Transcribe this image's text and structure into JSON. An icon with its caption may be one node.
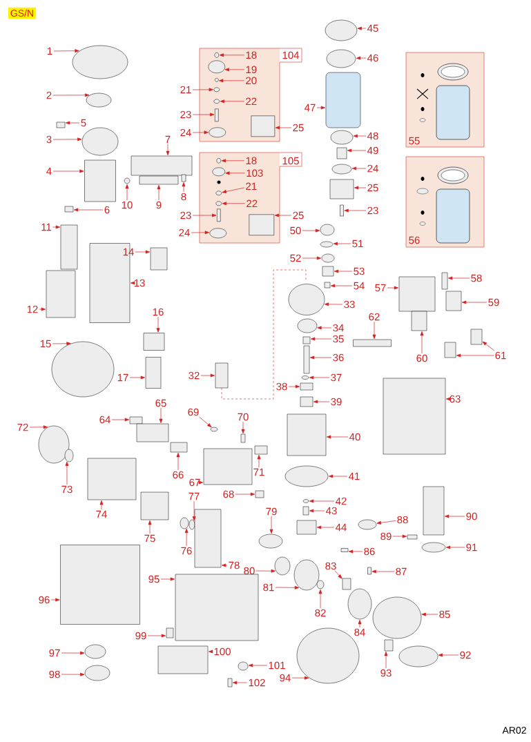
{
  "diagram": {
    "nodes": [
      {
        "text": [
          "1"
        ]
      },
      {
        "text": [],
        "shape": "circle"
      },
      {
        "text": [
          "2"
        ]
      },
      {
        "text": [],
        "shape": "circle"
      },
      {
        "text": [
          "5"
        ]
      },
      {
        "text": [],
        "shape": "box"
      },
      {
        "text": [
          "3"
        ]
      },
      {
        "text": [],
        "shape": "circle"
      },
      {
        "text": [
          "4"
        ]
      },
      {
        "text": [],
        "shape": "box"
      },
      {
        "text": [
          "6"
        ]
      },
      {
        "text": [],
        "shape": "box"
      },
      {
        "text": [
          "7"
        ]
      },
      {
        "text": [],
        "shape": "box"
      },
      {
        "text": [
          "10"
        ]
      },
      {
        "text": [],
        "shape": "circle"
      },
      {
        "text": [
          "9"
        ]
      },
      {
        "text": [],
        "shape": "box"
      },
      {
        "text": [
          "8"
        ]
      },
      {
        "text": [],
        "shape": "box"
      },
      {
        "text": [
          "11"
        ]
      },
      {
        "text": [],
        "shape": "box"
      },
      {
        "text": [
          "12"
        ]
      },
      {
        "text": [],
        "shape": "box"
      },
      {
        "text": [
          "13"
        ]
      },
      {
        "text": [],
        "shape": "box"
      },
      {
        "text": [
          "14"
        ]
      },
      {
        "text": [],
        "shape": "box"
      },
      {
        "text": [
          "15"
        ]
      },
      {
        "text": [],
        "shape": "circle"
      },
      {
        "text": [
          "16"
        ]
      },
      {
        "text": [],
        "shape": "box"
      },
      {
        "text": [
          "17"
        ]
      },
      {
        "text": [],
        "shape": "box"
      },
      {
        "text": [
          "104"
        ]
      },
      {
        "text": [
          "18"
        ],
        "in": 34
      },
      {
        "text": [],
        "shape": "circle",
        "in": 34
      },
      {
        "text": [
          "19"
        ],
        "in": 34
      },
      {
        "text": [],
        "shape": "circle",
        "in": 34
      },
      {
        "text": [
          "20"
        ],
        "in": 34
      },
      {
        "text": [],
        "shape": "circle",
        "in": 34
      },
      {
        "text": [
          "21"
        ]
      },
      {
        "text": [],
        "shape": "circle",
        "in": 34
      },
      {
        "text": [
          "22"
        ],
        "in": 34
      },
      {
        "text": [],
        "shape": "circle",
        "in": 34
      },
      {
        "text": [
          "23"
        ]
      },
      {
        "text": [],
        "shape": "box",
        "in": 34
      },
      {
        "text": [
          "24"
        ]
      },
      {
        "text": [],
        "shape": "circle",
        "in": 34
      },
      {
        "text": [
          "25"
        ]
      },
      {
        "text": [],
        "shape": "box",
        "in": 34
      },
      {
        "text": [
          "105"
        ]
      },
      {
        "text": [
          "18"
        ],
        "in": 51
      },
      {
        "text": [],
        "shape": "circle",
        "in": 51
      },
      {
        "text": [
          "103"
        ],
        "in": 51
      },
      {
        "text": [],
        "shape": "circle",
        "in": 51
      },
      {
        "text": [
          "21"
        ],
        "in": 51
      },
      {
        "text": [],
        "shape": "circle",
        "in": 51
      },
      {
        "text": [
          "22"
        ],
        "in": 51
      },
      {
        "text": [],
        "shape": "circle",
        "in": 51
      },
      {
        "text": [
          "23"
        ]
      },
      {
        "text": [],
        "shape": "box",
        "in": 51
      },
      {
        "text": [
          "24"
        ]
      },
      {
        "text": [],
        "shape": "circle",
        "in": 51
      },
      {
        "text": [
          "25"
        ]
      },
      {
        "text": [],
        "shape": "box",
        "in": 51
      },
      {
        "text": [
          "45"
        ]
      },
      {
        "text": [],
        "shape": "circle"
      },
      {
        "text": [
          "46"
        ]
      },
      {
        "text": [],
        "shape": "circle"
      },
      {
        "text": [
          "47"
        ]
      },
      {
        "text": [],
        "shape": "box"
      },
      {
        "text": [
          "48"
        ]
      },
      {
        "text": [],
        "shape": "circle"
      },
      {
        "text": [
          "49"
        ]
      },
      {
        "text": [],
        "shape": "box"
      },
      {
        "text": [
          "24"
        ]
      },
      {
        "text": [],
        "shape": "circle"
      },
      {
        "text": [
          "25"
        ]
      },
      {
        "text": [],
        "shape": "box"
      },
      {
        "text": [
          "23"
        ]
      },
      {
        "text": [],
        "shape": "box"
      },
      {
        "text": [
          "50"
        ]
      },
      {
        "text": [],
        "shape": "circle"
      },
      {
        "text": [
          "51"
        ]
      },
      {
        "text": [],
        "shape": "circle"
      },
      {
        "text": [
          "52"
        ]
      },
      {
        "text": [],
        "shape": "circle"
      },
      {
        "text": [
          "53"
        ]
      },
      {
        "text": [],
        "shape": "box"
      },
      {
        "text": [
          "54"
        ]
      },
      {
        "text": [],
        "shape": "box"
      },
      {
        "text": [
          "33"
        ]
      },
      {
        "text": [],
        "shape": "circle"
      },
      {
        "text": [
          "34"
        ]
      },
      {
        "text": [],
        "shape": "circle"
      },
      {
        "text": [
          "35"
        ]
      },
      {
        "text": [],
        "shape": "box"
      },
      {
        "text": [
          "36"
        ]
      },
      {
        "text": [],
        "shape": "box"
      },
      {
        "text": [
          "37"
        ]
      },
      {
        "text": [],
        "shape": "circle"
      },
      {
        "text": [
          "38"
        ]
      },
      {
        "text": [],
        "shape": "box"
      },
      {
        "text": [
          "39"
        ]
      },
      {
        "text": [],
        "shape": "box"
      },
      {
        "text": [
          "40"
        ]
      },
      {
        "text": [],
        "shape": "box"
      },
      {
        "text": [
          "41"
        ]
      },
      {
        "text": [],
        "shape": "circle"
      },
      {
        "text": [
          "42"
        ]
      },
      {
        "text": [],
        "shape": "circle"
      },
      {
        "text": [
          "43"
        ]
      },
      {
        "text": [],
        "shape": "box"
      },
      {
        "text": [
          "44"
        ]
      },
      {
        "text": [],
        "shape": "box"
      },
      {
        "text": [
          "55"
        ]
      },
      {
        "text": [
          "56"
        ]
      },
      {
        "text": [
          "57"
        ]
      },
      {
        "text": [],
        "shape": "box"
      },
      {
        "text": [
          "58"
        ]
      },
      {
        "text": [],
        "shape": "box"
      },
      {
        "text": [
          "59"
        ]
      },
      {
        "text": [],
        "shape": "box"
      },
      {
        "text": [
          "60"
        ]
      },
      {
        "text": [],
        "shape": "box"
      },
      {
        "text": [
          "61"
        ]
      },
      {
        "text": [],
        "shape": "box"
      },
      {
        "text": [],
        "shape": "box"
      },
      {
        "text": [
          "62"
        ]
      },
      {
        "text": [],
        "shape": "box"
      },
      {
        "text": [
          "63"
        ]
      },
      {
        "text": [],
        "shape": "box"
      },
      {
        "text": [
          "88"
        ]
      },
      {
        "text": [],
        "shape": "circle"
      },
      {
        "text": [
          "90"
        ]
      },
      {
        "text": [],
        "shape": "box"
      },
      {
        "text": [
          "89"
        ]
      },
      {
        "text": [],
        "shape": "box"
      },
      {
        "text": [
          "91"
        ]
      },
      {
        "text": [],
        "shape": "circle"
      },
      {
        "text": [
          "86"
        ]
      },
      {
        "text": [],
        "shape": "box"
      },
      {
        "text": [
          "87"
        ]
      },
      {
        "text": [],
        "shape": "box"
      },
      {
        "text": [
          "83"
        ]
      },
      {
        "text": [],
        "shape": "box"
      },
      {
        "text": [
          "81"
        ]
      },
      {
        "text": [],
        "shape": "circle"
      },
      {
        "text": [
          "82"
        ]
      },
      {
        "text": [],
        "shape": "circle"
      },
      {
        "text": [
          "84"
        ]
      },
      {
        "text": [],
        "shape": "circle"
      },
      {
        "text": [
          "85"
        ]
      },
      {
        "text": [],
        "shape": "circle"
      },
      {
        "text": [
          "93"
        ]
      },
      {
        "text": [],
        "shape": "box"
      },
      {
        "text": [
          "92"
        ]
      },
      {
        "text": [],
        "shape": "circle"
      },
      {
        "text": [
          "94"
        ]
      },
      {
        "text": [],
        "shape": "circle"
      },
      {
        "text": [
          "79"
        ]
      },
      {
        "text": [],
        "shape": "circle"
      },
      {
        "text": [
          "80"
        ]
      },
      {
        "text": [],
        "shape": "circle"
      },
      {
        "text": [
          "32"
        ]
      },
      {
        "text": [],
        "shape": "box"
      },
      {
        "text": [
          "64"
        ]
      },
      {
        "text": [],
        "shape": "box"
      },
      {
        "text": [
          "65"
        ]
      },
      {
        "text": [],
        "shape": "box"
      },
      {
        "text": [
          "69"
        ]
      },
      {
        "text": [],
        "shape": "circle"
      },
      {
        "text": [
          "70"
        ]
      },
      {
        "text": [],
        "shape": "box"
      },
      {
        "text": [
          "71"
        ]
      },
      {
        "text": [],
        "shape": "box"
      },
      {
        "text": [
          "66"
        ]
      },
      {
        "text": [],
        "shape": "box"
      },
      {
        "text": [
          "67"
        ]
      },
      {
        "text": [],
        "shape": "box"
      },
      {
        "text": [
          "68"
        ]
      },
      {
        "text": [],
        "shape": "box"
      },
      {
        "text": [
          "72"
        ]
      },
      {
        "text": [],
        "shape": "circle"
      },
      {
        "text": [
          "73"
        ]
      },
      {
        "text": [],
        "shape": "circle"
      },
      {
        "text": [
          "74"
        ]
      },
      {
        "text": [],
        "shape": "box"
      },
      {
        "text": [
          "75"
        ]
      },
      {
        "text": [],
        "shape": "box"
      },
      {
        "text": [
          "76"
        ]
      },
      {
        "text": [],
        "shape": "circle"
      },
      {
        "text": [
          "77"
        ]
      },
      {
        "text": [],
        "shape": "circle"
      },
      {
        "text": [
          "78"
        ]
      },
      {
        "text": [],
        "shape": "box"
      },
      {
        "text": [
          "95"
        ]
      },
      {
        "text": [],
        "shape": "box"
      },
      {
        "text": [
          "96"
        ]
      },
      {
        "text": [],
        "shape": "box"
      },
      {
        "text": [
          "99"
        ]
      },
      {
        "text": [],
        "shape": "box"
      },
      {
        "text": [
          "100"
        ]
      },
      {
        "text": [],
        "shape": "box"
      },
      {
        "text": [
          "97"
        ]
      },
      {
        "text": [],
        "shape": "circle"
      },
      {
        "text": [
          "98"
        ]
      },
      {
        "text": [],
        "shape": "circle"
      },
      {
        "text": [
          "101"
        ]
      },
      {
        "text": [],
        "shape": "circle"
      },
      {
        "text": [
          "102"
        ]
      },
      {
        "text": [],
        "shape": "box"
      }
    ],
    "edges": [
      {
        "from": 0,
        "to": 1,
        "arrow": "to"
      },
      {
        "from": 2,
        "to": 3,
        "arrow": "to"
      },
      {
        "from": 4,
        "to": 5,
        "arrow": "to"
      },
      {
        "from": 6,
        "to": 7,
        "arrow": "to"
      },
      {
        "from": 8,
        "to": 9,
        "arrow": "to"
      },
      {
        "from": 10,
        "to": 11,
        "arrow": "to"
      },
      {
        "from": 12,
        "to": 13,
        "arrow": "to"
      },
      {
        "from": 14,
        "to": 15,
        "arrow": "to"
      },
      {
        "from": 16,
        "to": 17,
        "arrow": "to"
      },
      {
        "from": 18,
        "to": 19,
        "arrow": "to"
      },
      {
        "from": 20,
        "to": 21,
        "arrow": "to"
      },
      {
        "from": 22,
        "to": 23,
        "arrow": "to"
      },
      {
        "from": 24,
        "to": 25,
        "arrow": "to"
      },
      {
        "from": 26,
        "to": 27,
        "arrow": "to"
      },
      {
        "from": 28,
        "to": 29,
        "arrow": "to"
      },
      {
        "from": 30,
        "to": 31,
        "arrow": "to"
      },
      {
        "from": 32,
        "to": 33,
        "arrow": "to"
      },
      {
        "from": 35,
        "to": 36,
        "arrow": "to"
      },
      {
        "from": 37,
        "to": 38,
        "arrow": "to"
      },
      {
        "from": 39,
        "to": 40,
        "arrow": "to"
      },
      {
        "from": 41,
        "to": 42,
        "arrow": "to"
      },
      {
        "from": 43,
        "to": 44,
        "arrow": "to"
      },
      {
        "from": 45,
        "to": 46,
        "arrow": "to"
      },
      {
        "from": 47,
        "to": 48,
        "arrow": "to"
      },
      {
        "from": 49,
        "to": 50,
        "arrow": "to"
      },
      {
        "from": 52,
        "to": 53,
        "arrow": "to"
      },
      {
        "from": 54,
        "to": 55,
        "arrow": "to"
      },
      {
        "from": 56,
        "to": 57,
        "arrow": "to"
      },
      {
        "from": 58,
        "to": 59,
        "arrow": "to"
      },
      {
        "from": 60,
        "to": 61,
        "arrow": "to"
      },
      {
        "from": 62,
        "to": 63,
        "arrow": "to"
      },
      {
        "from": 64,
        "to": 65,
        "arrow": "to"
      },
      {
        "from": 66,
        "to": 67,
        "arrow": "to"
      },
      {
        "from": 68,
        "to": 69,
        "arrow": "to"
      },
      {
        "from": 70,
        "to": 71,
        "arrow": "to"
      },
      {
        "from": 72,
        "to": 73,
        "arrow": "to"
      },
      {
        "from": 74,
        "to": 75,
        "arrow": "to"
      },
      {
        "from": 76,
        "to": 77,
        "arrow": "to"
      },
      {
        "from": 78,
        "to": 79,
        "arrow": "to"
      },
      {
        "from": 80,
        "to": 81,
        "arrow": "to"
      },
      {
        "from": 82,
        "to": 83,
        "arrow": "to"
      },
      {
        "from": 84,
        "to": 85,
        "arrow": "to"
      },
      {
        "from": 86,
        "to": 87,
        "arrow": "to"
      },
      {
        "from": 88,
        "to": 89,
        "arrow": "to"
      },
      {
        "from": 90,
        "to": 91,
        "arrow": "to"
      },
      {
        "from": 92,
        "to": 93,
        "arrow": "to"
      },
      {
        "from": 94,
        "to": 95,
        "arrow": "to"
      },
      {
        "from": 96,
        "to": 97,
        "arrow": "to"
      },
      {
        "from": 98,
        "to": 99,
        "arrow": "to"
      },
      {
        "from": 100,
        "to": 101,
        "arrow": "to"
      },
      {
        "from": 102,
        "to": 103,
        "arrow": "to"
      },
      {
        "from": 104,
        "to": 105,
        "arrow": "to"
      },
      {
        "from": 106,
        "to": 107,
        "arrow": "to"
      },
      {
        "from": 108,
        "to": 109,
        "arrow": "to"
      },
      {
        "from": 110,
        "to": 111,
        "arrow": "to"
      },
      {
        "from": 112,
        "to": 113,
        "arrow": "to"
      },
      {
        "from": 114,
        "to": 115,
        "arrow": "to"
      },
      {
        "from": 118,
        "to": 119,
        "arrow": "to"
      },
      {
        "from": 120,
        "to": 121,
        "arrow": "to"
      },
      {
        "from": 122,
        "to": 123,
        "arrow": "to"
      },
      {
        "from": 124,
        "to": 125,
        "arrow": "to"
      },
      {
        "from": 126,
        "to": 127,
        "arrow": "to"
      },
      {
        "from": 126,
        "to": 128,
        "arrow": "to"
      },
      {
        "from": 129,
        "to": 130,
        "arrow": "to"
      },
      {
        "from": 131,
        "to": 132,
        "arrow": "to"
      },
      {
        "from": 133,
        "to": 134,
        "arrow": "to"
      },
      {
        "from": 135,
        "to": 136,
        "arrow": "to"
      },
      {
        "from": 137,
        "to": 138,
        "arrow": "to"
      },
      {
        "from": 139,
        "to": 140,
        "arrow": "to"
      },
      {
        "from": 141,
        "to": 142,
        "arrow": "to"
      },
      {
        "from": 143,
        "to": 144,
        "arrow": "to"
      },
      {
        "from": 145,
        "to": 146,
        "arrow": "to"
      },
      {
        "from": 147,
        "to": 148,
        "arrow": "to"
      },
      {
        "from": 149,
        "to": 150,
        "arrow": "to"
      },
      {
        "from": 151,
        "to": 152,
        "arrow": "to"
      },
      {
        "from": 153,
        "to": 154,
        "arrow": "to"
      },
      {
        "from": 155,
        "to": 156,
        "arrow": "to"
      },
      {
        "from": 157,
        "to": 158,
        "arrow": "to"
      },
      {
        "from": 159,
        "to": 160,
        "arrow": "to"
      },
      {
        "from": 161,
        "to": 162,
        "arrow": "to"
      },
      {
        "from": 163,
        "to": 164,
        "arrow": "to"
      },
      {
        "from": 165,
        "to": 166,
        "arrow": "to"
      },
      {
        "from": 167,
        "to": 168,
        "arrow": "to"
      },
      {
        "from": 169,
        "to": 170,
        "arrow": "to"
      },
      {
        "from": 171,
        "to": 172,
        "arrow": "to"
      },
      {
        "from": 173,
        "to": 174,
        "arrow": "to"
      },
      {
        "from": 175,
        "to": 176,
        "arrow": "to"
      },
      {
        "from": 177,
        "to": 178,
        "arrow": "to"
      },
      {
        "from": 179,
        "to": 180,
        "arrow": "to"
      },
      {
        "from": 181,
        "to": 182,
        "arrow": "to"
      },
      {
        "from": 183,
        "to": 184,
        "arrow": "to"
      },
      {
        "from": 185,
        "to": 186,
        "arrow": "to"
      },
      {
        "from": 187,
        "to": 188,
        "arrow": "to"
      },
      {
        "from": 189,
        "to": 190,
        "arrow": "to"
      },
      {
        "from": 191,
        "to": 192,
        "arrow": "to"
      },
      {
        "from": 193,
        "to": 194,
        "arrow": "to"
      },
      {
        "from": 195,
        "to": 196,
        "arrow": "to"
      },
      {
        "from": 197,
        "to": 198,
        "arrow": "to"
      },
      {
        "from": 199,
        "to": 200,
        "arrow": "to"
      },
      {
        "from": 201,
        "to": 202,
        "arrow": "to"
      },
      {
        "from": 203,
        "to": 204,
        "arrow": "to"
      },
      {
        "from": 205,
        "to": 206,
        "arrow": "to"
      },
      {
        "from": 207,
        "to": 208,
        "arrow": "to"
      },
      {
        "from": 209,
        "to": 210,
        "arrow": "to"
      },
      {
        "from": 211,
        "to": 212,
        "arrow": "to"
      }
    ],
    "labels": [
      "GS/N",
      "AR02"
    ]
  }
}
